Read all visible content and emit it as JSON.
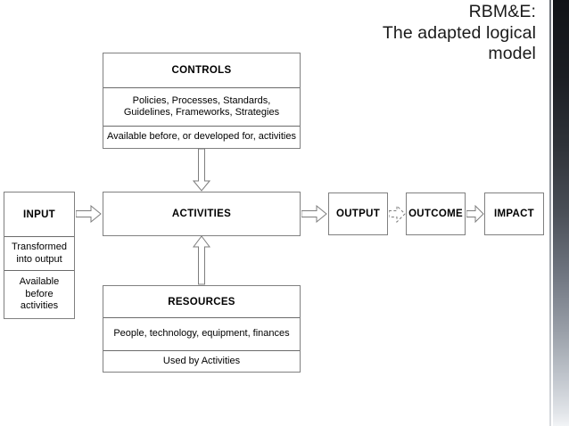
{
  "slide": {
    "title_lines": [
      "RBM&E:",
      "The adapted logical",
      "model"
    ],
    "background_color": "#ffffff",
    "accent_band_color": "#111317",
    "box_border_color": "#808080",
    "text_color": "#000000"
  },
  "diagram": {
    "type": "logic-model-flow",
    "controls": {
      "header": "CONTROLS",
      "body": "Policies, Processes, Standards, Guidelines, Frameworks, Strategies",
      "footer": "Available before, or developed for, activities"
    },
    "input": {
      "header": "INPUT",
      "body": "Transformed into output",
      "footer": "Available before activities"
    },
    "activities": {
      "header": "ACTIVITIES"
    },
    "resources": {
      "header": "RESOURCES",
      "body": "People, technology, equipment, finances",
      "footer": "Used by Activities"
    },
    "output": {
      "label": "OUTPUT"
    },
    "outcome": {
      "label": "OUTCOME"
    },
    "impact": {
      "label": "IMPACT"
    },
    "arrows": [
      {
        "name": "input-to-activities",
        "style": "solid",
        "direction": "right"
      },
      {
        "name": "controls-to-activities",
        "style": "solid",
        "direction": "down"
      },
      {
        "name": "resources-to-activities",
        "style": "solid",
        "direction": "up"
      },
      {
        "name": "activities-to-output",
        "style": "solid",
        "direction": "right"
      },
      {
        "name": "output-to-outcome",
        "style": "dashed",
        "direction": "right"
      },
      {
        "name": "outcome-to-impact",
        "style": "solid",
        "direction": "right"
      }
    ]
  }
}
